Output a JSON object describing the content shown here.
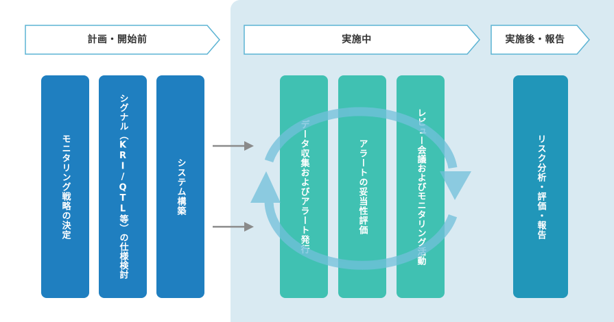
{
  "colors": {
    "panel_bg": "#d9eaf2",
    "plan_column": "#1f7fc0",
    "execution_column": "#40c1b2",
    "post_column": "#2196b9",
    "phase_border": "#5bb3d3",
    "cycle_arrow": "#72c0db",
    "flow_arrow": "#8a8a8a"
  },
  "phases": {
    "before": "計画・開始前",
    "during": "実施中",
    "after": "実施後・報告"
  },
  "steps": {
    "strategy": "モニタリング戦略の決定",
    "signals": "シグナル（KRI/QTL等）の仕様検討",
    "system": "システム構築",
    "collection": "データ収集およびアラート発行",
    "validation": "アラートの妥当性評価",
    "review": "レビュー会議およびモニタリング活動",
    "analysis": "リスク分析・評価・報告"
  },
  "icons": {
    "flow": "arrow-right-icon",
    "cycle": "cycle-arrows-icon"
  }
}
